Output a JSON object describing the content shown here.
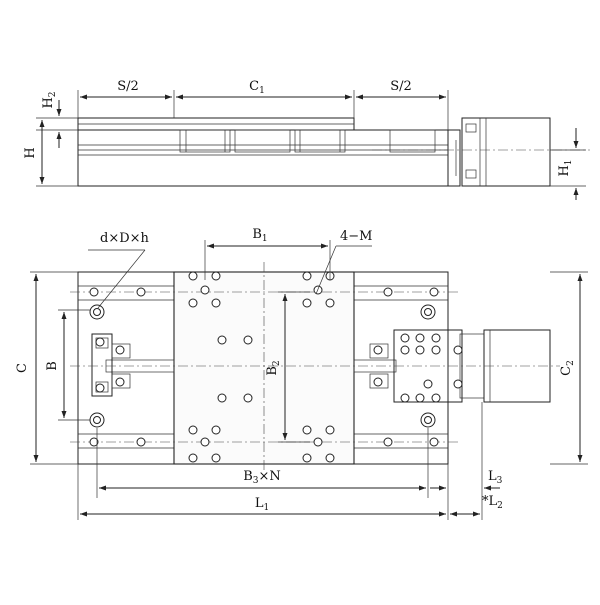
{
  "labels": {
    "top_h2": "H",
    "top_h2_sub": "2",
    "top_s2_left": "S/2",
    "top_c1": "C",
    "top_c1_sub": "1",
    "top_s2_right": "S/2",
    "top_h": "H",
    "top_h1": "H",
    "top_h1_sub": "1",
    "callout_dxdxh": "d×D×h",
    "b1": "B",
    "b1_sub": "1",
    "four_m": "4−M",
    "c": "C",
    "b": "B",
    "b2": "B",
    "b2_sub": "2",
    "c2": "C",
    "c2_sub": "2",
    "b3n_main": "B",
    "b3n_sub": "3",
    "b3n_tail": "×N",
    "l3": "L",
    "l3_sub": "3",
    "l1": "L",
    "l1_sub": "1",
    "l2": "*L",
    "l2_sub": "2"
  },
  "colors": {
    "line": "#222222",
    "background": "#ffffff"
  }
}
